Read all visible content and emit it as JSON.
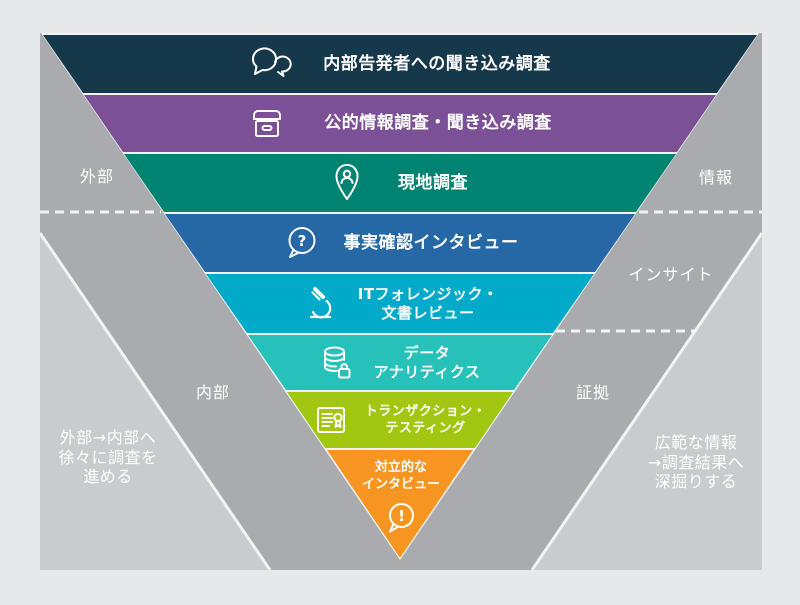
{
  "colors": {
    "page_background": "#e7e8e9",
    "canvas_medium_gray": "#a9abae",
    "canvas_light_gray": "#c9cbcf",
    "line_white": "#f2f3f4",
    "text_white": "#ffffff"
  },
  "funnel": {
    "layers": [
      {
        "color": "#15384b",
        "icon": "chat-bubbles-icon",
        "lines": [
          "内部告発者への聞き込み調査"
        ]
      },
      {
        "color": "#7b5096",
        "icon": "archive-box-icon",
        "lines": [
          "公的情報調査・聞き込み調査"
        ]
      },
      {
        "color": "#008471",
        "icon": "location-pin-icon",
        "lines": [
          "現地調査"
        ]
      },
      {
        "color": "#2667a6",
        "icon": "question-bubble-icon",
        "lines": [
          "事実確認インタビュー"
        ]
      },
      {
        "color": "#00aac8",
        "icon": "microscope-icon",
        "lines": [
          "ITフォレンジック・",
          "文書レビュー"
        ]
      },
      {
        "color": "#26c1b8",
        "icon": "database-lock-icon",
        "lines": [
          "データ",
          "アナリティクス"
        ]
      },
      {
        "color": "#a2c712",
        "icon": "certificate-icon",
        "lines": [
          "トランザクション・",
          "テスティング"
        ]
      },
      {
        "color": "#f79522",
        "icon": "exclamation-bubble-icon",
        "lines": [
          "対立的な",
          "インタビュー"
        ]
      }
    ]
  },
  "glyphs": {
    "question_mark": "?",
    "exclamation_mark": "!"
  },
  "side_labels": {
    "left_top": "外部",
    "left_bottom": "内部",
    "right_top": "情報",
    "right_middle": "インサイト",
    "right_bottom": "証拠"
  },
  "corner_notes": {
    "left": {
      "lines": [
        "外部→内部へ",
        "徐々に調査を",
        "進める"
      ]
    },
    "right": {
      "lines": [
        "広範な情報",
        "→調査結果へ",
        "深掘りする"
      ]
    }
  }
}
